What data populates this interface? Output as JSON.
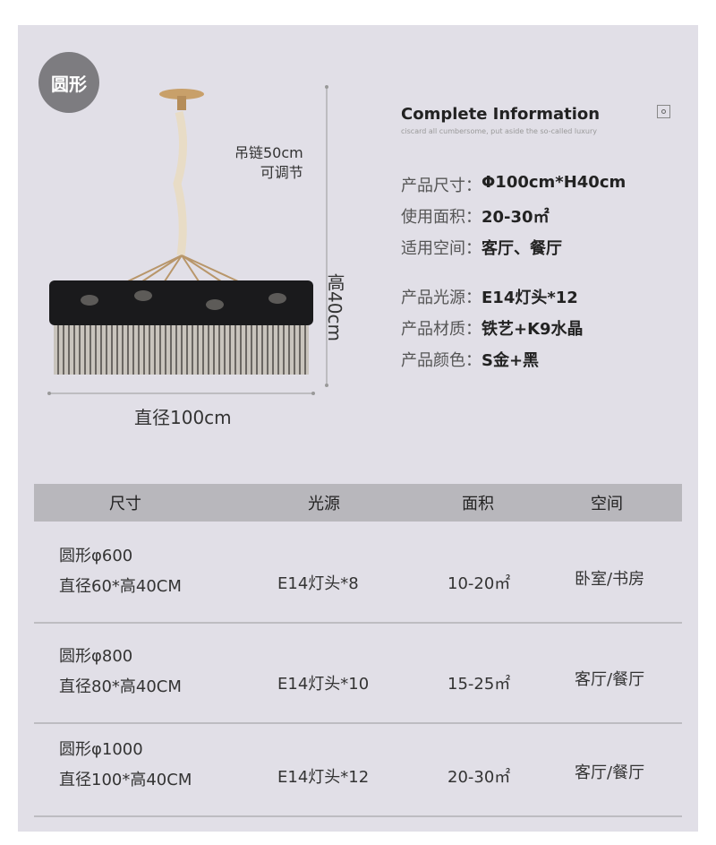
{
  "badge": "圆形",
  "dimensions": {
    "chain": "吊链50cm",
    "adjustable": "可调节",
    "height": "高40cm",
    "diameter": "直径100cm"
  },
  "info": {
    "title": "Complete Information",
    "subtitle": "ciscard all cumbersome, put aside the so-called luxury"
  },
  "specs": [
    {
      "k": "产品尺寸：",
      "v": "Φ100cm*H40cm"
    },
    {
      "k": "使用面积：",
      "v": "20-30㎡"
    },
    {
      "k": "适用空间：",
      "v": "客厅、餐厅"
    },
    {
      "k": "产品光源：",
      "v": "E14灯头*12"
    },
    {
      "k": "产品材质：",
      "v": "铁艺+K9水晶"
    },
    {
      "k": "产品颜色：",
      "v": "S金+黑"
    }
  ],
  "table": {
    "headers": [
      "尺寸",
      "光源",
      "面积",
      "空间"
    ],
    "rows": [
      {
        "name": "圆形φ600",
        "size": "直径60*高40CM",
        "light": "E14灯头*8",
        "area": "10-20㎡",
        "space": "卧室/书房"
      },
      {
        "name": "圆形φ800",
        "size": "直径80*高40CM",
        "light": "E14灯头*10",
        "area": "15-25㎡",
        "space": "客厅/餐厅"
      },
      {
        "name": "圆形φ1000",
        "size": "直径100*高40CM",
        "light": "E14灯头*12",
        "area": "20-30㎡",
        "space": "客厅/餐厅"
      }
    ]
  }
}
